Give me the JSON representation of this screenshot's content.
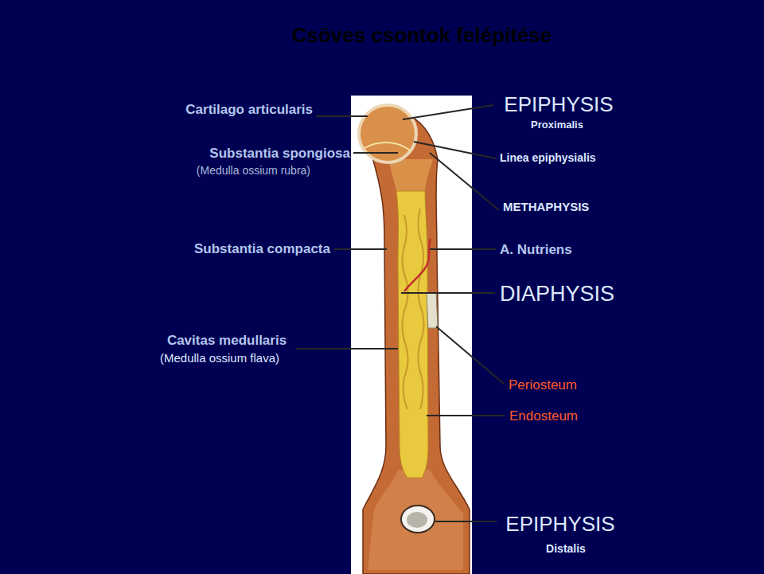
{
  "diagram": {
    "title": "Csöves csontok felépítése",
    "labels": [
      "Cartilago articularis",
      "Substantia spongiosa",
      "(Medulla ossium rubra)",
      "Substantia compacta",
      "Cavitas medullaris",
      "(Medulla ossium flava)",
      "EPIPHYSIS",
      "Proximalis",
      "Linea epiphysialis",
      "METHAPHYSIS",
      "A. Nutriens",
      "DIAPHYSIS",
      "Periosteum",
      "Endosteum",
      "EPIPHYSIS",
      "Distalis"
    ]
  }
}
